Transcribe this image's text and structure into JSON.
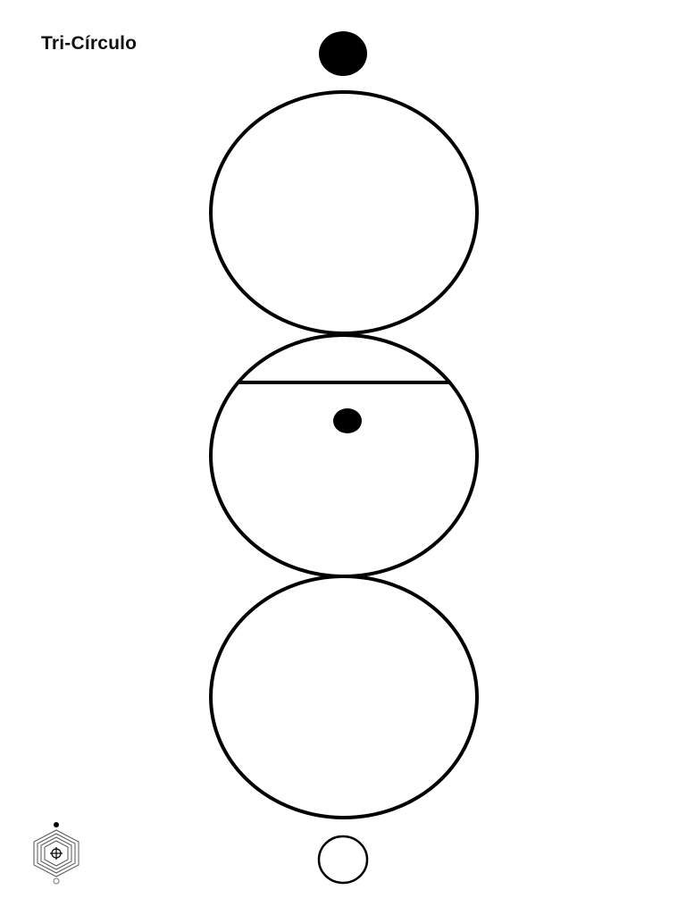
{
  "page": {
    "title": "Tri-Círculo"
  },
  "colors": {
    "ink": "#000000",
    "background": "#ffffff",
    "logo_ink": "#555555"
  },
  "diagram": {
    "top_dot": "filled",
    "circles": [
      {
        "id": "upper",
        "chord": false,
        "dot": false
      },
      {
        "id": "middle",
        "chord": true,
        "dot": true
      },
      {
        "id": "lower",
        "chord": false,
        "dot": false
      }
    ],
    "bottom_circle": "hollow"
  },
  "logo": {
    "icon": "hexagon-crosshair-logo"
  }
}
